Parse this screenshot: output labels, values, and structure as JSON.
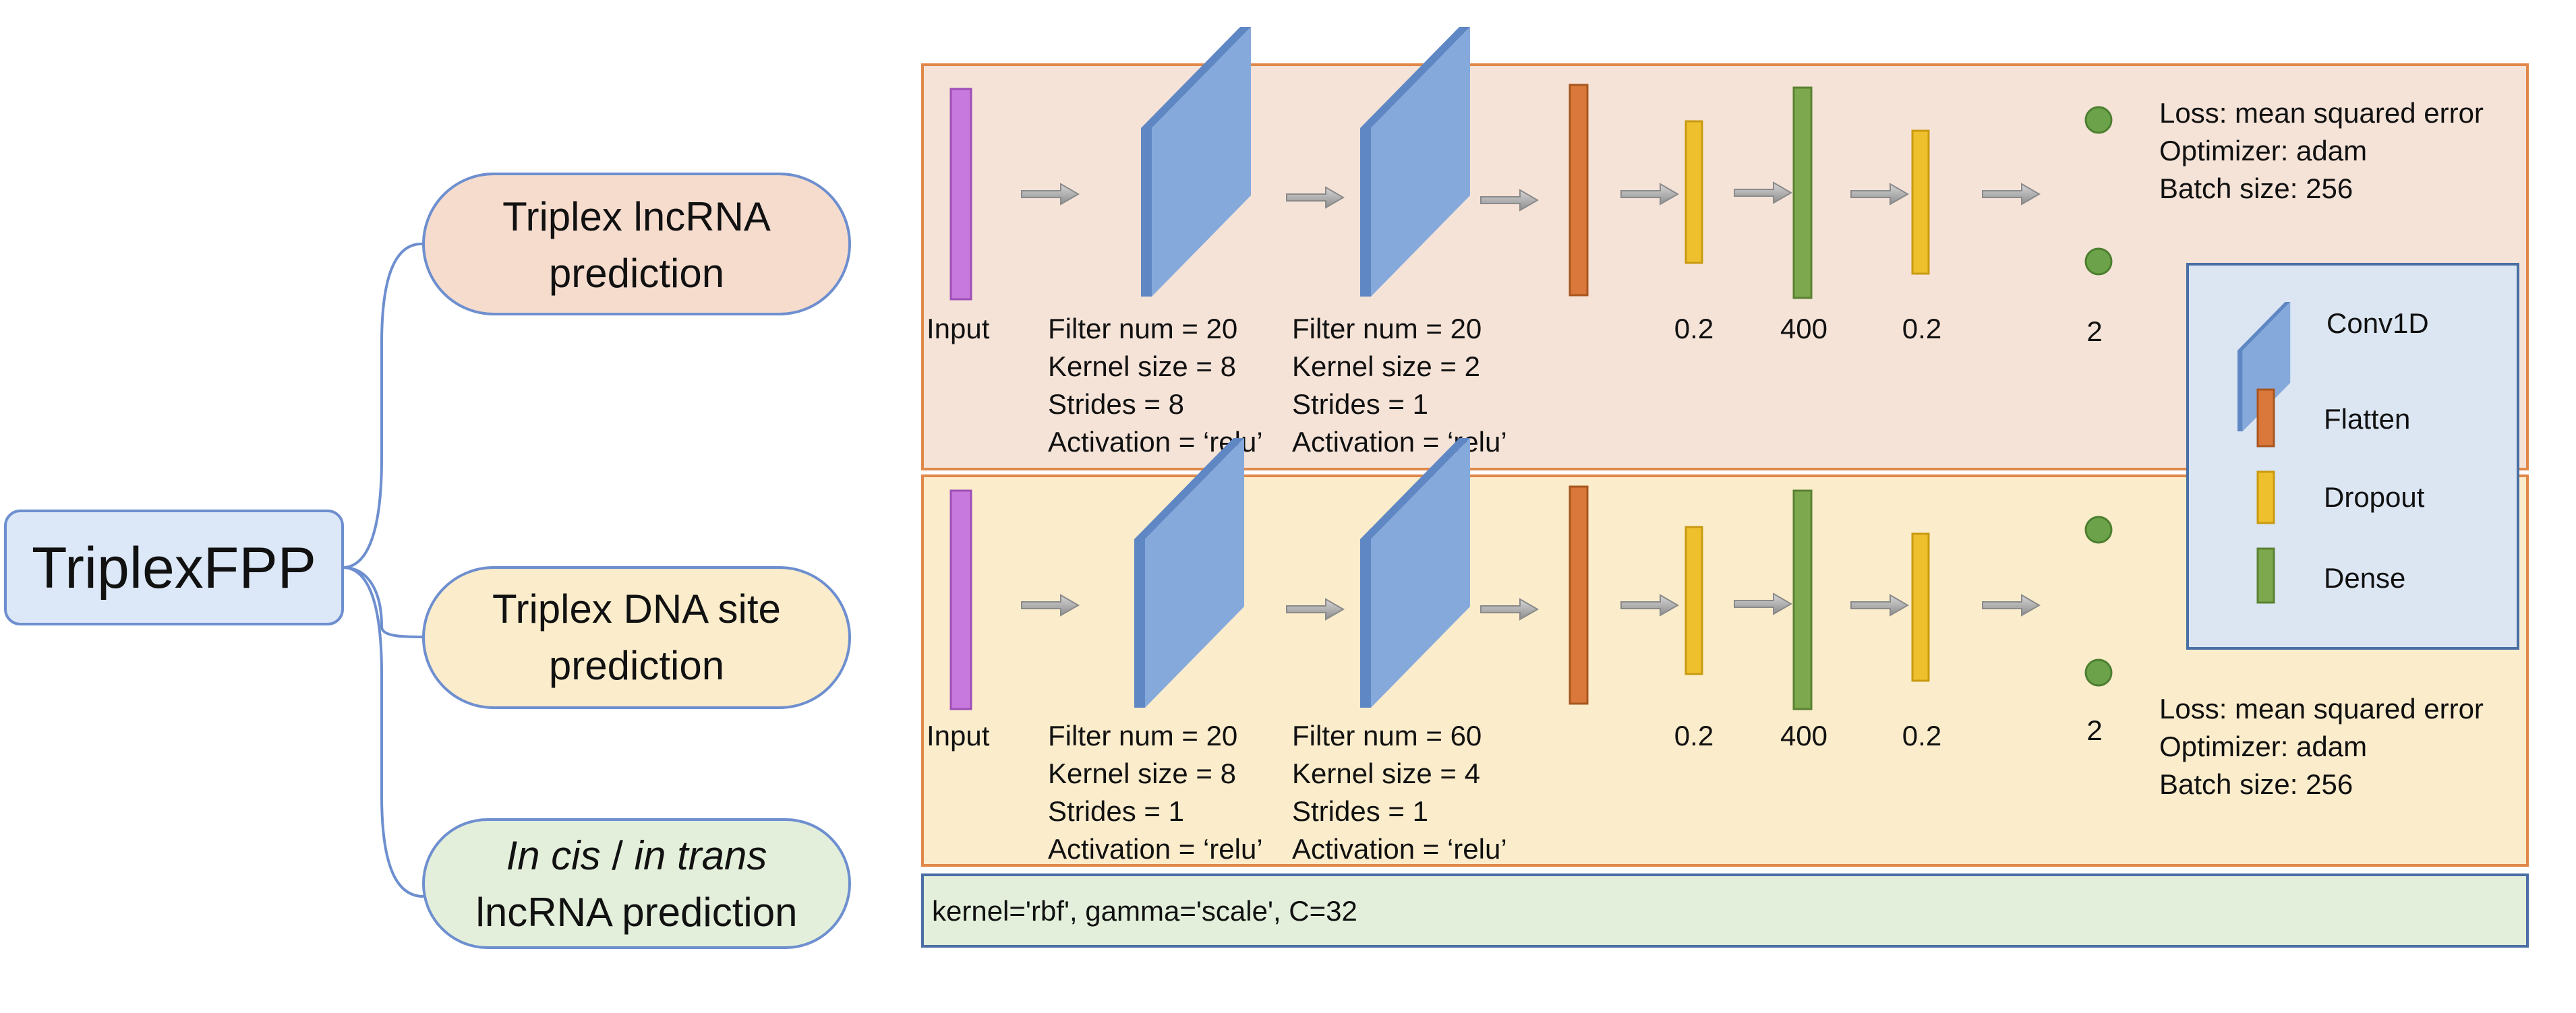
{
  "root": {
    "label": "TriplexFPP"
  },
  "branches": [
    {
      "lines": [
        "Triplex lncRNA",
        "prediction"
      ]
    },
    {
      "lines": [
        "Triplex DNA site",
        "prediction"
      ]
    },
    {
      "line1": {
        "italic_a": "In cis",
        "sep": " / ",
        "italic_b": "in trans"
      },
      "line2": "lncRNA prediction"
    }
  ],
  "panels": [
    {
      "input_label": "Input",
      "conv1": [
        "Filter num = 20",
        "Kernel size = 8",
        "Strides = 8",
        "Activation = ‘relu’"
      ],
      "conv2": [
        "Filter num = 20",
        "Kernel size = 2",
        "Strides = 1",
        "Activation = ‘relu’"
      ],
      "dropout1": "0.2",
      "dense": "400",
      "dropout2": "0.2",
      "output": "2",
      "training": [
        "Loss: mean squared error",
        "Optimizer: adam",
        "Batch size: 256"
      ]
    },
    {
      "input_label": "Input",
      "conv1": [
        "Filter num = 20",
        "Kernel size = 8",
        "Strides = 1",
        "Activation = ‘relu’"
      ],
      "conv2": [
        "Filter num = 60",
        "Kernel size = 4",
        "Strides = 1",
        "Activation = ‘relu’"
      ],
      "dropout1": "0.2",
      "dense": "400",
      "dropout2": "0.2",
      "output": "2",
      "training": [
        "Loss: mean squared error",
        "Optimizer: adam",
        "Batch size: 256"
      ]
    }
  ],
  "svm": {
    "params": "kernel='rbf', gamma='scale', C=32"
  },
  "legend": {
    "items": [
      "Conv1D",
      "Flatten",
      "Dropout",
      "Dense"
    ]
  },
  "colors": {
    "panel1_fill": "#f5e3d8",
    "panel2_fill": "#fbeccb",
    "panel3_fill": "#e3efda",
    "panel_border": "#e0884a",
    "svm_border": "#4a6fa5",
    "input": "#c879dd",
    "conv": "#86a9dc",
    "flatten": "#d9783a",
    "dropout": "#efc02e",
    "dense": "#7ea84e",
    "output": "#6ca34a",
    "legend_fill": "#dce6f3",
    "root_fill": "#dce8f7",
    "node1_fill": "#f6dccd",
    "node2_fill": "#fbeccb",
    "node3_fill": "#e3efda",
    "connector": "#6e8fcf"
  }
}
